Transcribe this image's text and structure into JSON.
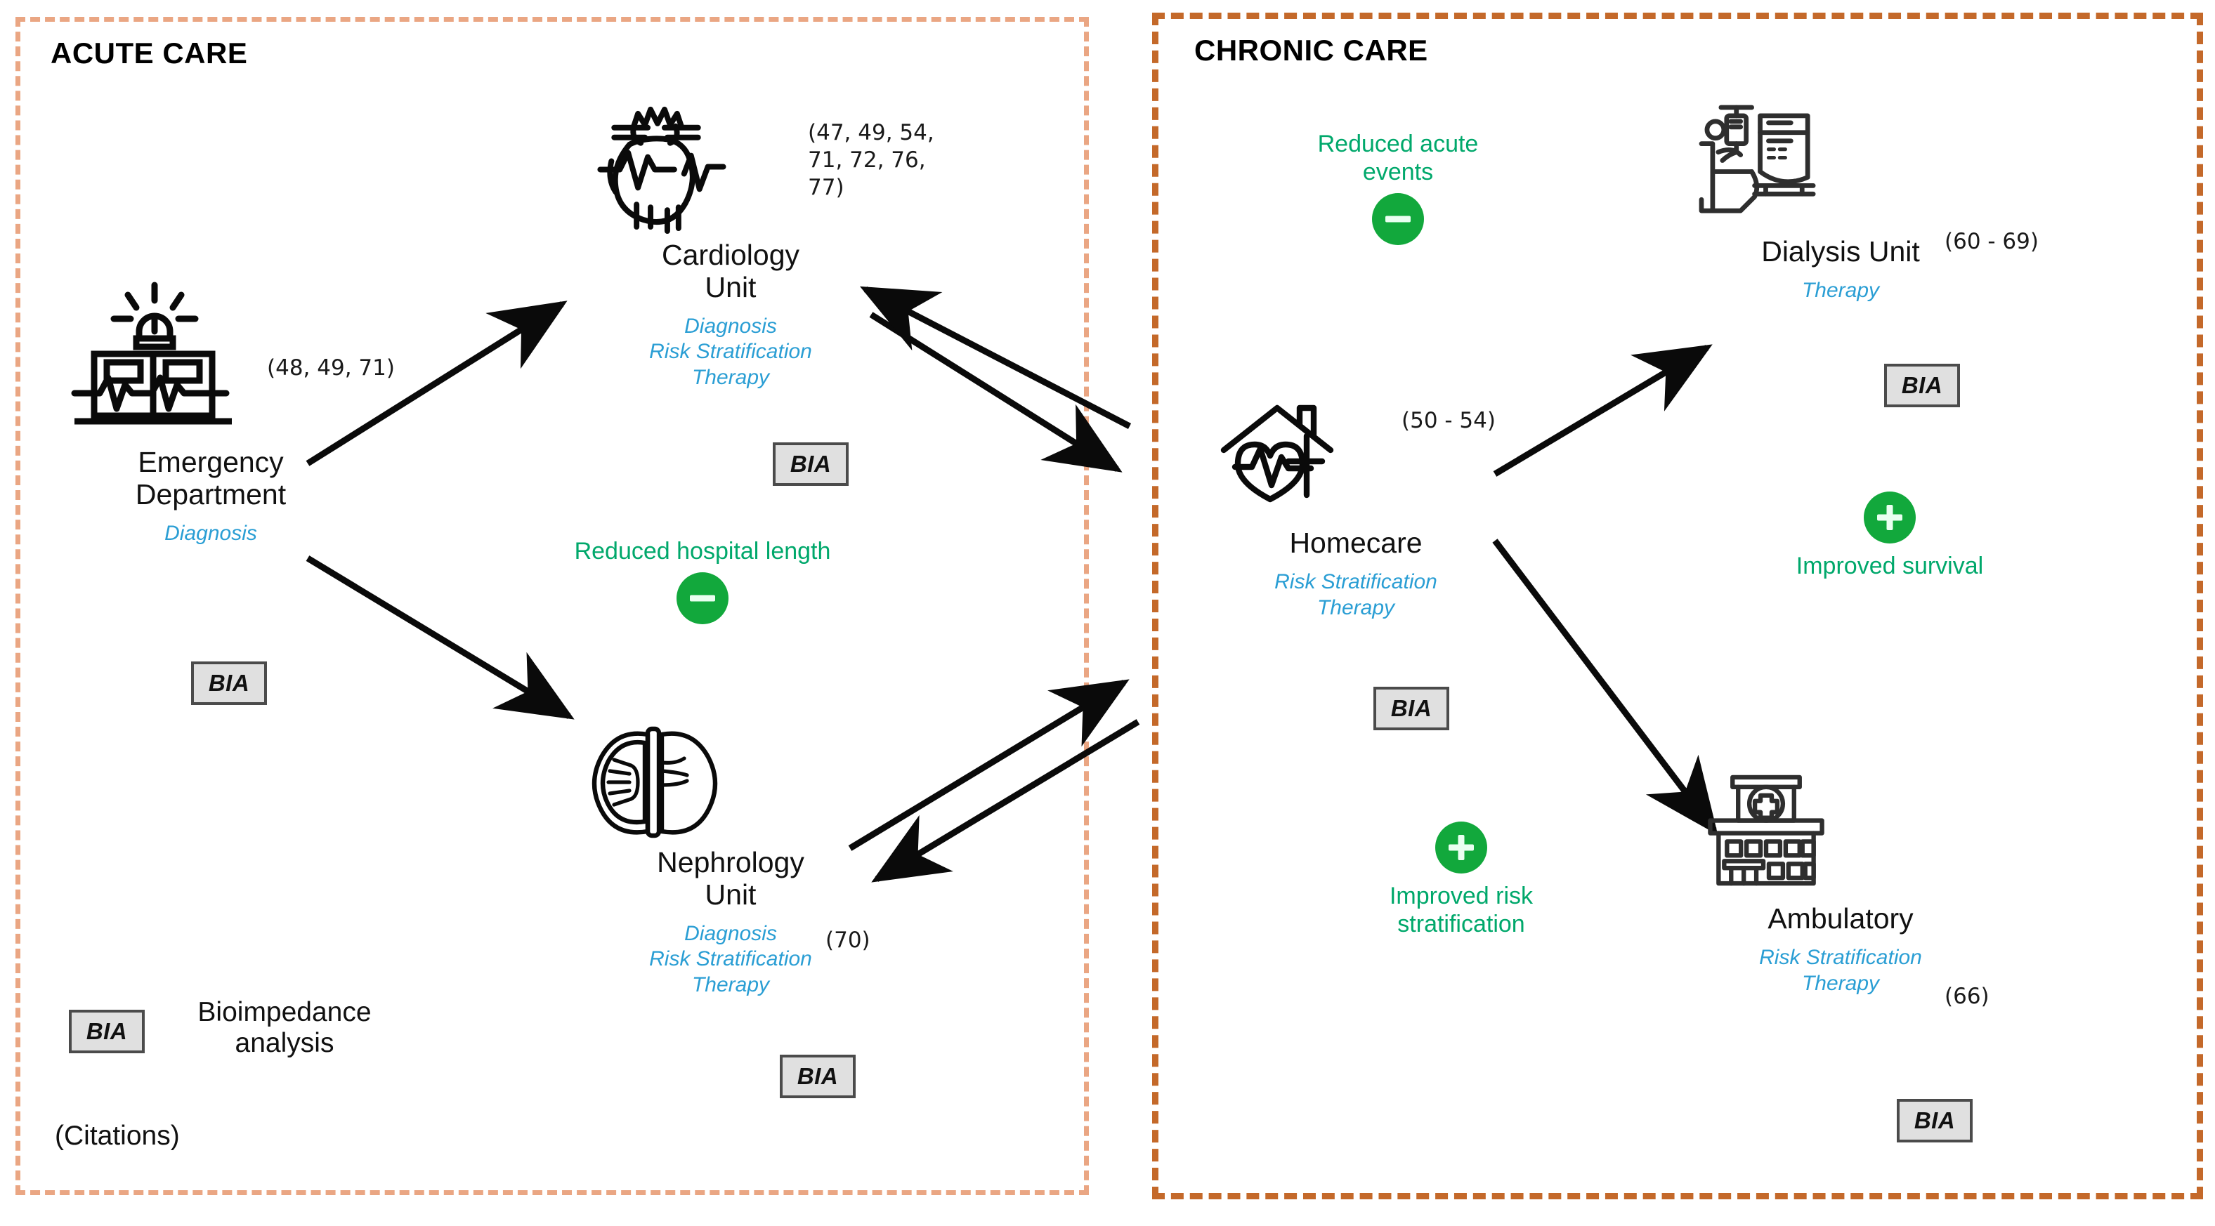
{
  "panels": {
    "acute": {
      "title": "ACUTE CARE",
      "border_color": "#eaa683"
    },
    "chronic": {
      "title": "CHRONIC CARE",
      "border_color": "#c4692a"
    }
  },
  "colors": {
    "role_blue": "#2a9ed4",
    "outcome_green": "#00a86b",
    "badge_green": "#12a83c",
    "bia_fill": "#e0e0e0",
    "bia_border": "#4b4b4b",
    "text_black": "#111111"
  },
  "nodes": {
    "emergency": {
      "label": "Emergency\nDepartment",
      "icon": "emergency-siren-monitor-icon",
      "citations": "(48, 49, 71)",
      "roles": "Diagnosis",
      "bia": "BIA"
    },
    "cardiology": {
      "label": "Cardiology\nUnit",
      "icon": "heart-ecg-icon",
      "citations": "(47,  49, 54,\n71, 72, 76,\n77)",
      "roles": "Diagnosis\nRisk Stratification\nTherapy",
      "bia": "BIA"
    },
    "nephrology": {
      "label": "Nephrology\nUnit",
      "icon": "kidney-icon",
      "citations": "(70)",
      "roles": "Diagnosis\nRisk Stratification\nTherapy",
      "bia": "BIA"
    },
    "homecare": {
      "label": "Homecare",
      "icon": "house-heartbeat-icon",
      "citations": "(50 - 54)",
      "roles": "Risk Stratification\nTherapy",
      "bia": "BIA"
    },
    "dialysis": {
      "label": "Dialysis Unit",
      "icon": "dialysis-patient-machine-icon",
      "citations": "(60 - 69)",
      "roles": "Therapy",
      "bia": "BIA"
    },
    "ambulatory": {
      "label": "Ambulatory",
      "icon": "clinic-building-icon",
      "citations": "(66)",
      "roles": "Risk Stratification\nTherapy",
      "bia": "BIA"
    }
  },
  "outcomes": {
    "reduced_hospital_length": {
      "text": "Reduced hospital length",
      "sign": "minus"
    },
    "reduced_acute_events": {
      "text": "Reduced acute\nevents",
      "sign": "minus"
    },
    "improved_survival": {
      "text": "Improved survival",
      "sign": "plus"
    },
    "improved_risk_strat": {
      "text": "Improved risk\nstratification",
      "sign": "plus"
    }
  },
  "legend": {
    "bia_chip": "BIA",
    "bia_text": "Bioimpedance\nanalysis",
    "citations_text": "(Citations)"
  }
}
